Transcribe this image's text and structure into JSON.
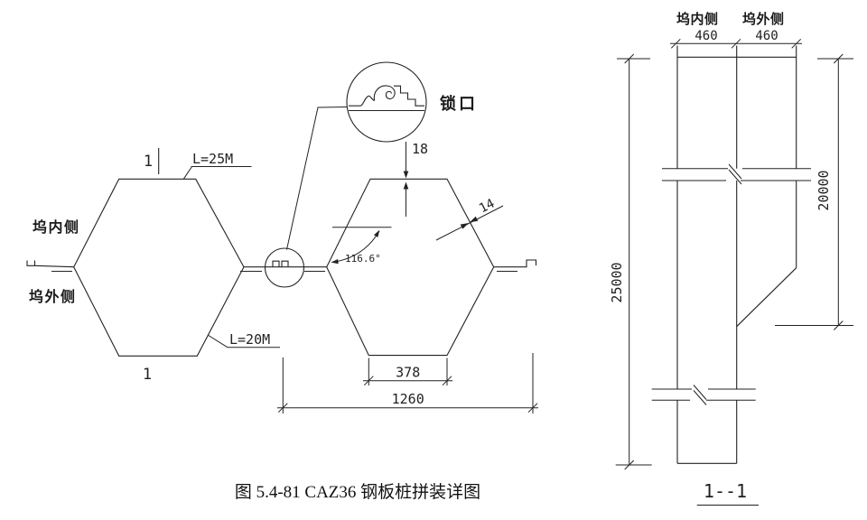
{
  "colors": {
    "line": "#222222",
    "background": "#ffffff"
  },
  "plan_view": {
    "section_mark_top": "1",
    "section_mark_bottom": "1",
    "label_dock_inner": "坞内侧",
    "label_dock_outer": "坞外侧",
    "label_top_length": "L=25M",
    "label_bottom_length": "L=20M",
    "label_interlock": "锁口",
    "dim_flange_thickness": "18",
    "dim_web_thickness": "14",
    "dim_angle": "116.6°",
    "dim_single_width": "378",
    "dim_pair_width": "1260"
  },
  "elevation_view": {
    "label_dock_inner": "坞内侧",
    "label_dock_outer": "坞外侧",
    "dim_width_inner": "460",
    "dim_width_outer": "460",
    "dim_length_inner": "25000",
    "dim_length_outer": "20000",
    "section_title": "1--1"
  },
  "caption": "图 5.4-81  CAZ36 钢板桩拼装详图"
}
